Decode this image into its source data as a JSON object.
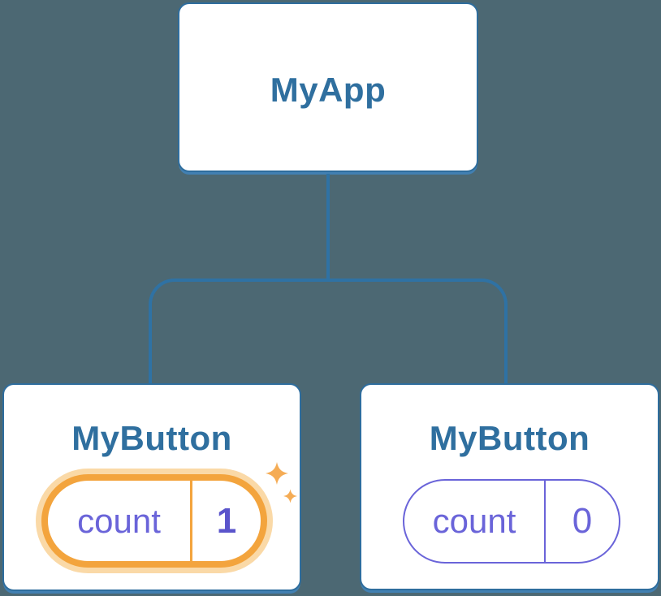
{
  "diagram": {
    "root": {
      "label": "MyApp"
    },
    "children": [
      {
        "label": "MyButton",
        "state": {
          "key": "count",
          "value": "1"
        },
        "highlighted": true
      },
      {
        "label": "MyButton",
        "state": {
          "key": "count",
          "value": "0"
        },
        "highlighted": false
      }
    ]
  },
  "icons": {
    "sparkle_large": "sparkle-icon",
    "sparkle_small": "sparkle-icon"
  },
  "colors": {
    "background": "#4C6873",
    "card_fill": "#FFFFFF",
    "card_border_blue": "#2E6D9D",
    "card_shadow_blue": "#4280B2",
    "connector_blue": "#2F72A4",
    "title_blue": "#2F6F9F",
    "state_purple": "#6A64D9",
    "state_value_bold_purple": "#5A54CB",
    "highlight_orange": "#F3A43D",
    "highlight_glow_orange": "#FAD9A7",
    "sparkle_orange": "#F5AC55"
  }
}
